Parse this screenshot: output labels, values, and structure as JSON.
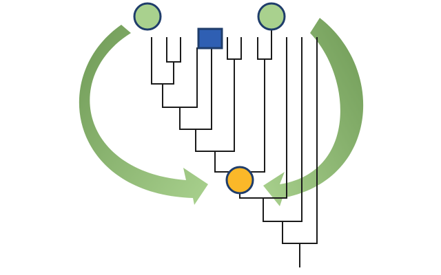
{
  "diagram": {
    "kind": "phylogenetic-tree",
    "colors": {
      "background": "#ffffff",
      "branch": "#1a1a1a",
      "tip_green_fill": "#a9d18e",
      "tip_square_fill": "#2f5fb3",
      "ancestor_fill": "#fbb829",
      "node_outline": "#1f3d6b",
      "arrow_light": "#a9d18e",
      "arrow_dark": "#6f9a56"
    },
    "nodes": [
      {
        "name": "left-green-tip",
        "shape": "circle",
        "color": "tip_green_fill"
      },
      {
        "name": "blue-square-tip",
        "shape": "square",
        "color": "tip_square_fill"
      },
      {
        "name": "right-green-tip",
        "shape": "circle",
        "color": "tip_green_fill"
      },
      {
        "name": "orange-ancestor",
        "shape": "circle",
        "color": "ancestor_fill"
      }
    ],
    "arrows": [
      {
        "name": "left-curved-arrow",
        "from": "left-green-tip",
        "to": "orange-ancestor"
      },
      {
        "name": "right-curved-arrow",
        "from": "right-green-tip",
        "to": "orange-ancestor"
      }
    ]
  }
}
